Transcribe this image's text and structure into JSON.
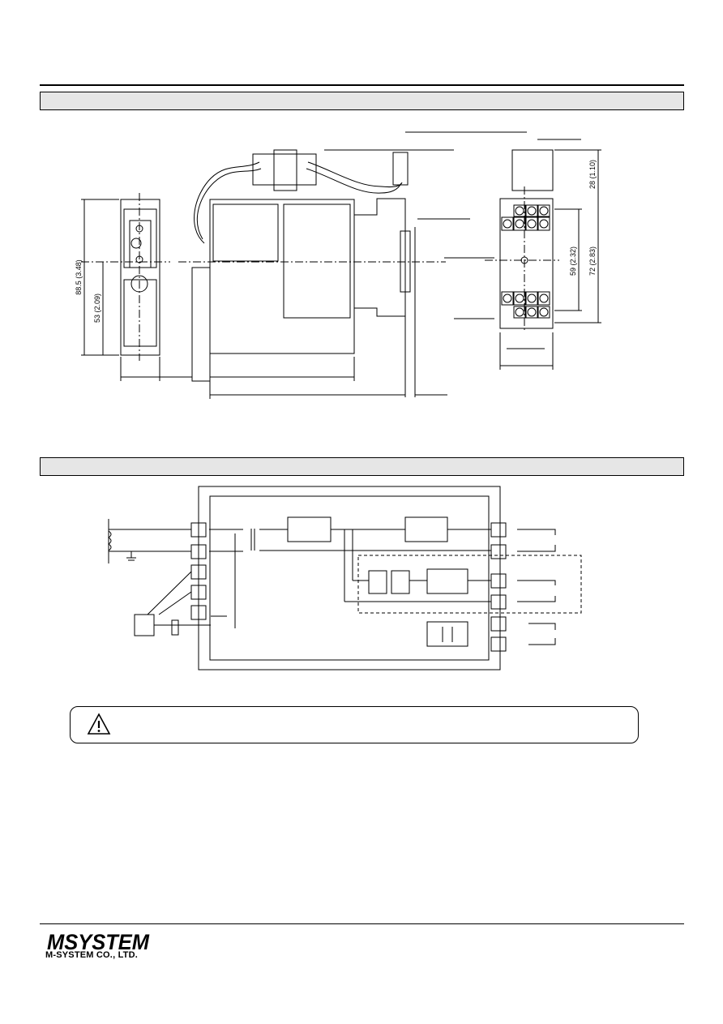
{
  "sections": {
    "dimensions_bar": "",
    "block_diagram_bar": ""
  },
  "dimensions": {
    "height_total": "88.5 (3.48)",
    "height_center": "53 (2.09)",
    "socket_top": "28 (1.10)",
    "socket_inner": "59 (2.32)",
    "socket_outer": "72 (2.83)"
  },
  "warning": {
    "icon": "warning-triangle-icon",
    "text": ""
  },
  "footer": {
    "logo_text": "MSYSTEM",
    "company": "M-SYSTEM CO., LTD."
  }
}
